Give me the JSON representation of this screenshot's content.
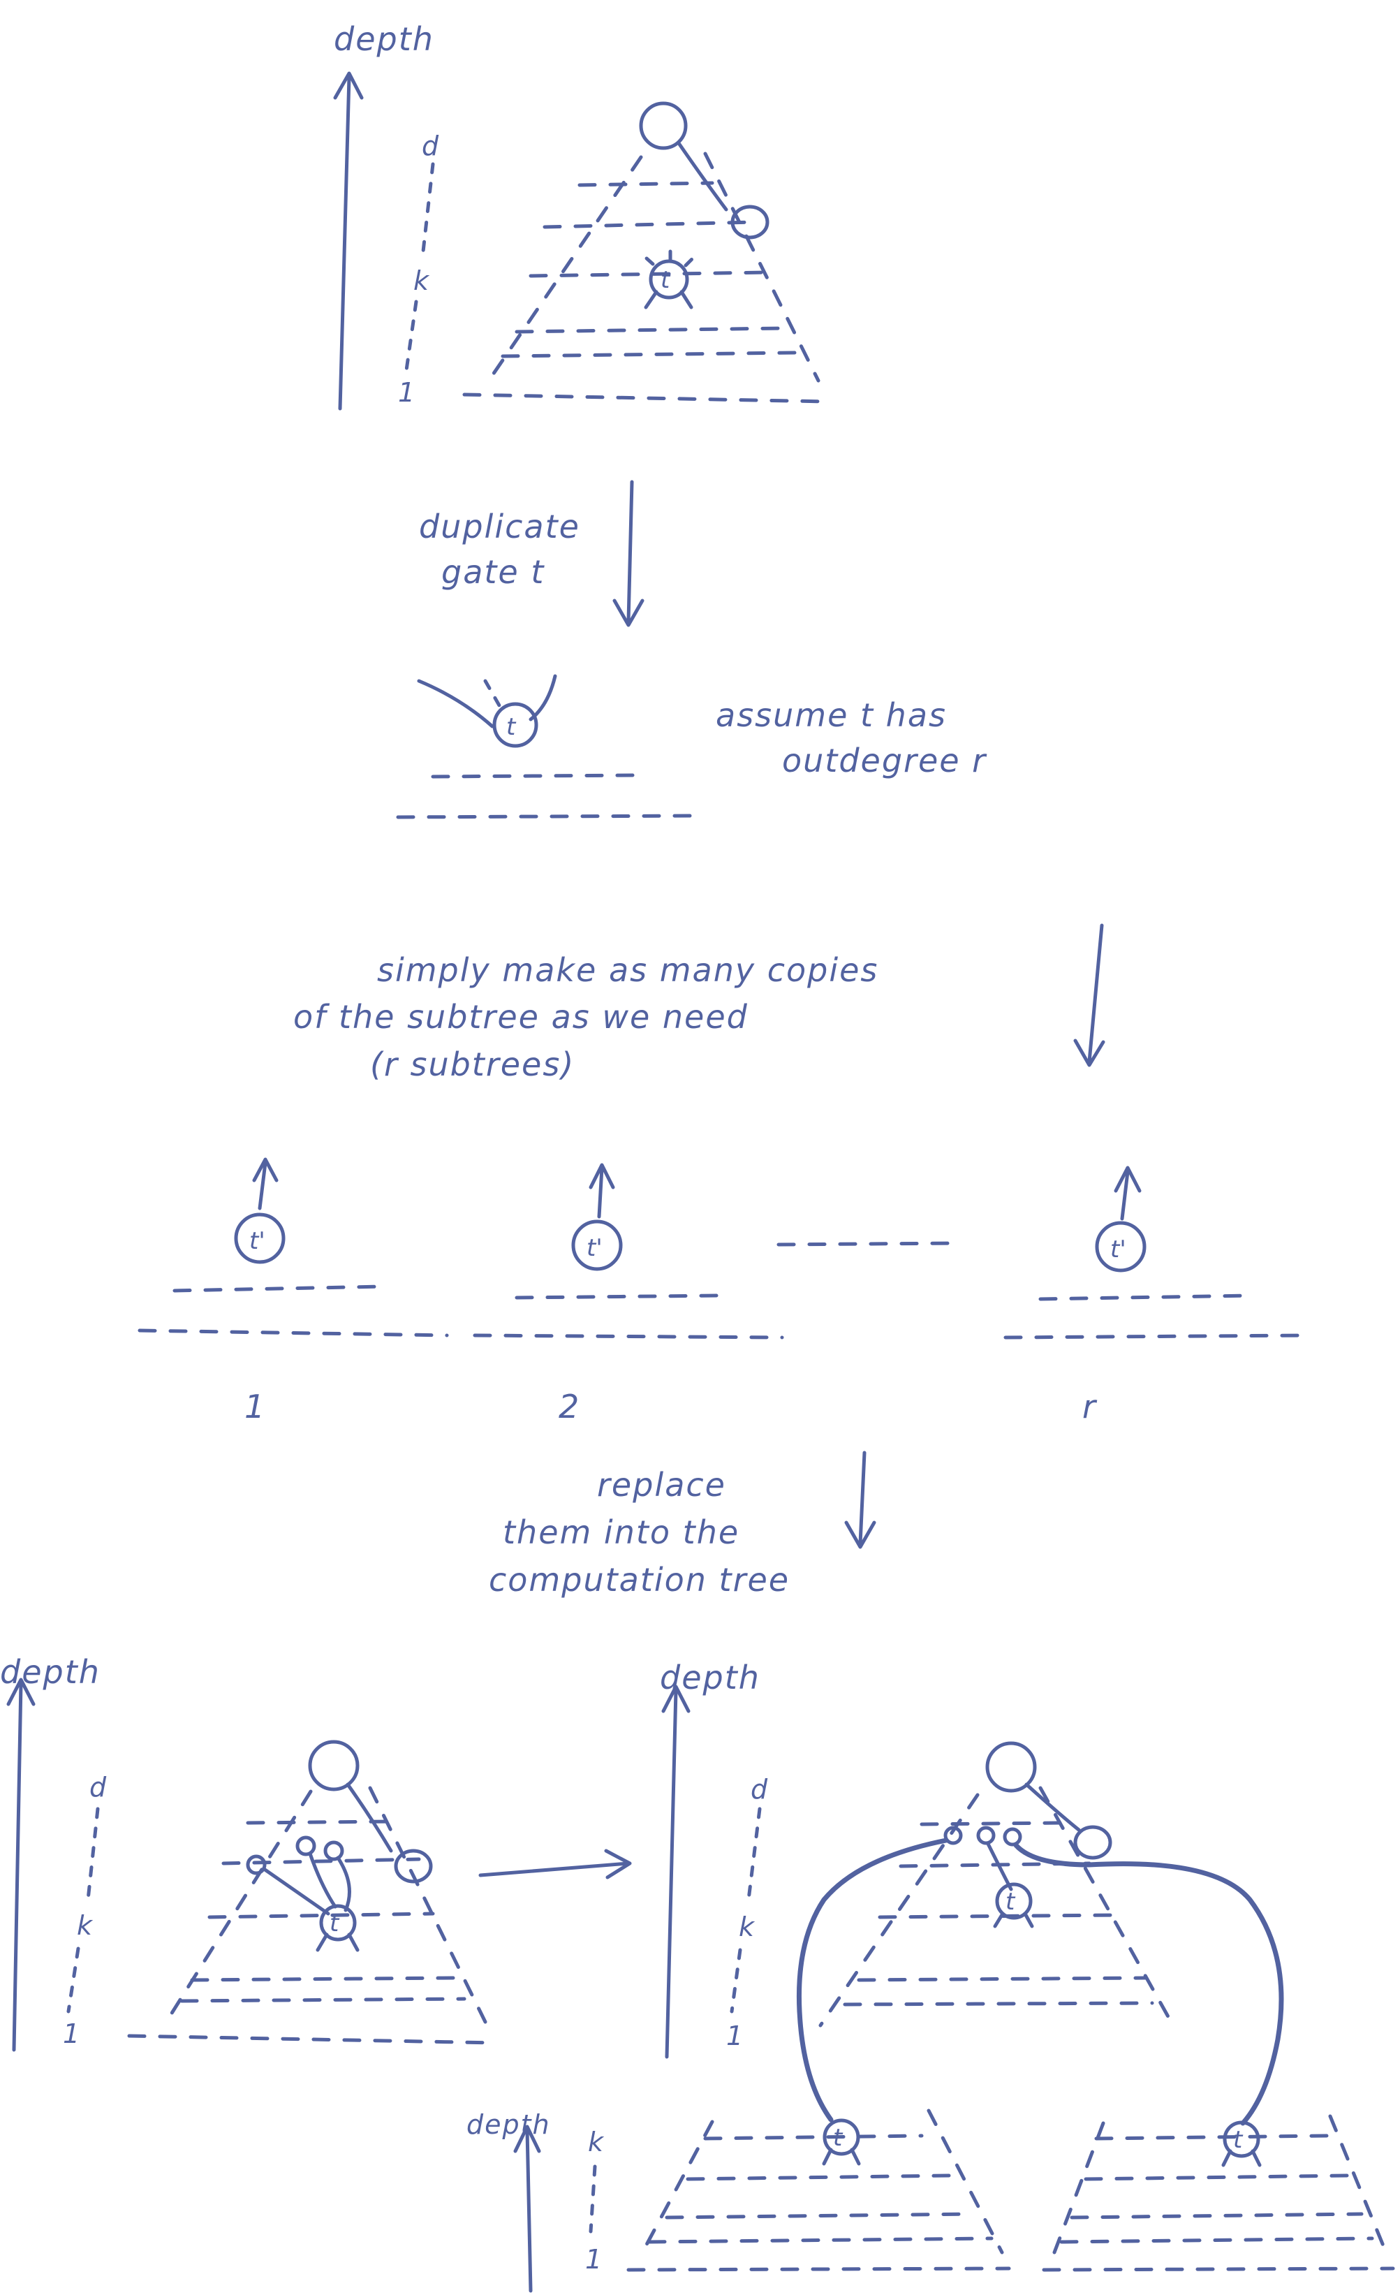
{
  "labels": {
    "depth": "depth",
    "d": "d",
    "k": "k",
    "one": "1",
    "t": "t",
    "t_prime": "t'",
    "two": "2",
    "r": "r"
  },
  "steps": {
    "duplicate_line1": "duplicate",
    "duplicate_line2": "gate t",
    "assume_line1": "assume t has",
    "assume_line2": "outdegree r",
    "copies_line1": "simply make as many copies",
    "copies_line2": "of the subtree as we need",
    "copies_line3": "(r subtrees)",
    "replace_line1": "replace",
    "replace_line2": "them into the",
    "replace_line3": "computation tree"
  },
  "colors": {
    "ink": "#5262a0",
    "background": "#ffffff"
  }
}
